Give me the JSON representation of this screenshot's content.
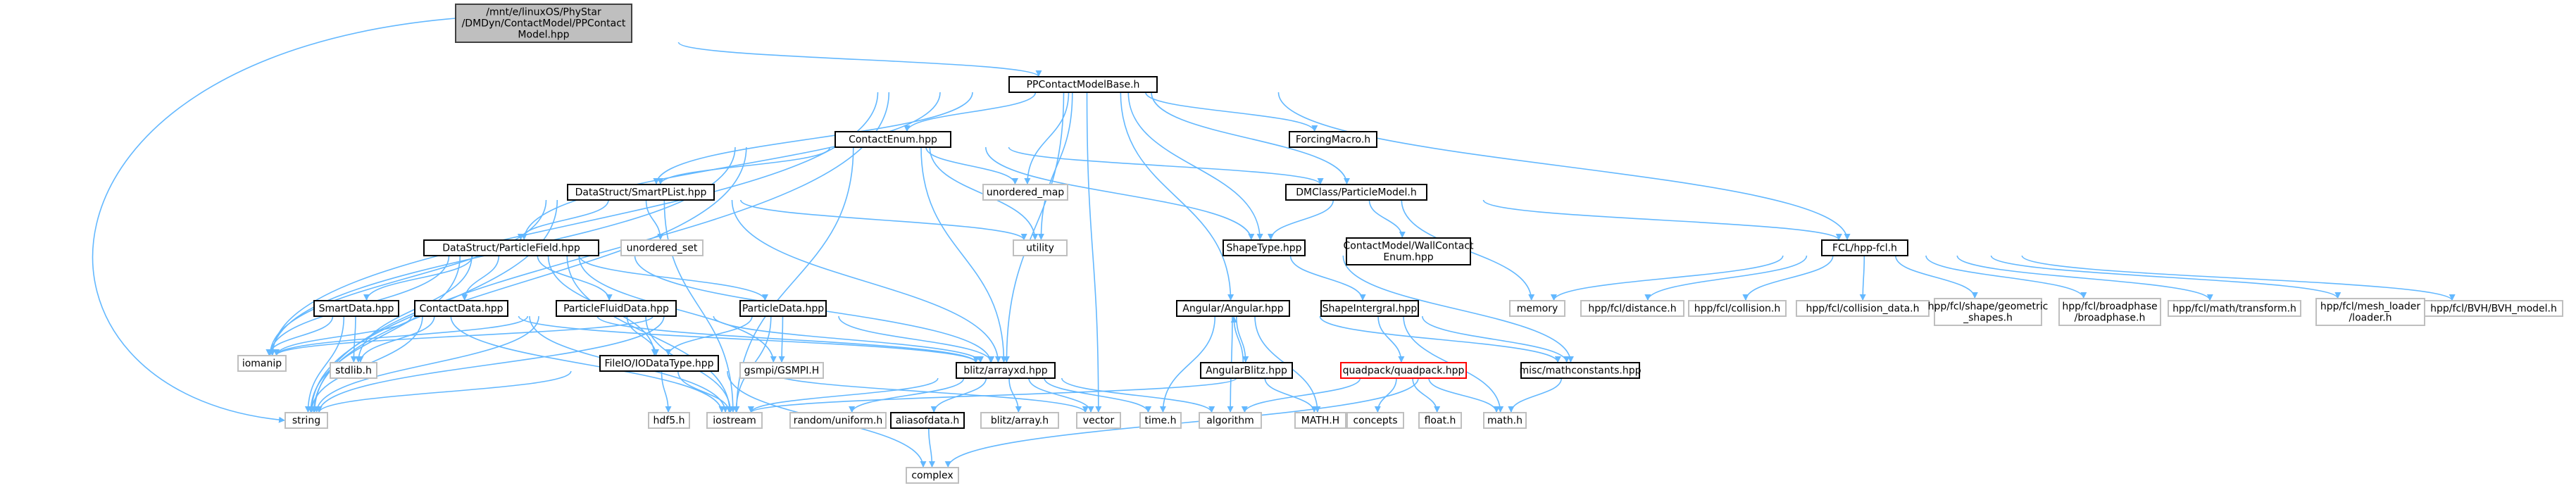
{
  "colors": {
    "edge": "#63b8ff",
    "arrowhead": "#63b8ff",
    "root_fill": "#bfbfbf",
    "root_border": "#404040",
    "documented_border": "#000000",
    "external_border": "#bfbfbf",
    "highlight_border": "#ff0000",
    "node_fill": "#ffffff",
    "text": "#000000"
  },
  "nodes": [
    {
      "id": "root",
      "lines": [
        "/mnt/e/linuxOS/PhyStar",
        "/DMDyn/ContactModel/PPContact",
        "Model.hpp"
      ],
      "style": "root"
    },
    {
      "id": "ppbase",
      "lines": [
        "PPContactModelBase.h"
      ],
      "style": "documented"
    },
    {
      "id": "contactenum",
      "lines": [
        "ContactEnum.hpp"
      ],
      "style": "documented"
    },
    {
      "id": "forcingmacro",
      "lines": [
        "ForcingMacro.h"
      ],
      "style": "documented"
    },
    {
      "id": "smartplist",
      "lines": [
        "DataStruct/SmartPList.hpp"
      ],
      "style": "documented"
    },
    {
      "id": "unordered_map",
      "lines": [
        "unordered_map"
      ],
      "style": "external"
    },
    {
      "id": "particlemodel",
      "lines": [
        "DMClass/ParticleModel.h"
      ],
      "style": "documented"
    },
    {
      "id": "particlefield",
      "lines": [
        "DataStruct/ParticleField.hpp"
      ],
      "style": "documented"
    },
    {
      "id": "unordered_set",
      "lines": [
        "unordered_set"
      ],
      "style": "external"
    },
    {
      "id": "utility",
      "lines": [
        "utility"
      ],
      "style": "external"
    },
    {
      "id": "shapetype",
      "lines": [
        "ShapeType.hpp"
      ],
      "style": "documented"
    },
    {
      "id": "wallcontact",
      "lines": [
        "ContactModel/WallContact",
        "Enum.hpp"
      ],
      "style": "documented"
    },
    {
      "id": "hppfcl",
      "lines": [
        "FCL/hpp-fcl.h"
      ],
      "style": "documented"
    },
    {
      "id": "memory",
      "lines": [
        "memory"
      ],
      "style": "external"
    },
    {
      "id": "fcl_distance",
      "lines": [
        "hpp/fcl/distance.h"
      ],
      "style": "external"
    },
    {
      "id": "fcl_collision",
      "lines": [
        "hpp/fcl/collision.h"
      ],
      "style": "external"
    },
    {
      "id": "fcl_collision_data",
      "lines": [
        "hpp/fcl/collision_data.h"
      ],
      "style": "external"
    },
    {
      "id": "fcl_geometric",
      "lines": [
        "hpp/fcl/shape/geometric",
        "_shapes.h"
      ],
      "style": "external"
    },
    {
      "id": "fcl_broadphase",
      "lines": [
        "hpp/fcl/broadphase",
        "/broadphase.h"
      ],
      "style": "external"
    },
    {
      "id": "fcl_transform",
      "lines": [
        "hpp/fcl/math/transform.h"
      ],
      "style": "external"
    },
    {
      "id": "fcl_mesh_loader",
      "lines": [
        "hpp/fcl/mesh_loader",
        "/loader.h"
      ],
      "style": "external"
    },
    {
      "id": "fcl_bvh",
      "lines": [
        "hpp/fcl/BVH/BVH_model.h"
      ],
      "style": "external"
    },
    {
      "id": "smartdata",
      "lines": [
        "SmartData.hpp"
      ],
      "style": "documented"
    },
    {
      "id": "contactdata",
      "lines": [
        "ContactData.hpp"
      ],
      "style": "documented"
    },
    {
      "id": "particlefluiddata",
      "lines": [
        "ParticleFluidData.hpp"
      ],
      "style": "documented"
    },
    {
      "id": "particledata",
      "lines": [
        "ParticleData.hpp"
      ],
      "style": "documented"
    },
    {
      "id": "angular",
      "lines": [
        "Angular/Angular.hpp"
      ],
      "style": "documented"
    },
    {
      "id": "shapeintergral",
      "lines": [
        "ShapeIntergral.hpp"
      ],
      "style": "documented"
    },
    {
      "id": "iomanip",
      "lines": [
        "iomanip"
      ],
      "style": "external"
    },
    {
      "id": "stdlib",
      "lines": [
        "stdlib.h"
      ],
      "style": "external"
    },
    {
      "id": "fileio",
      "lines": [
        "FileIO/IODataType.hpp"
      ],
      "style": "documented"
    },
    {
      "id": "gsmpi",
      "lines": [
        "gsmpi/GSMPI.H"
      ],
      "style": "external"
    },
    {
      "id": "blitz",
      "lines": [
        "blitz/arrayxd.hpp"
      ],
      "style": "documented"
    },
    {
      "id": "angularblitz",
      "lines": [
        "AngularBlitz.hpp"
      ],
      "style": "documented"
    },
    {
      "id": "quadpack",
      "lines": [
        "quadpack/quadpack.hpp"
      ],
      "style": "highlight"
    },
    {
      "id": "mathconstants",
      "lines": [
        "misc/mathconstants.hpp"
      ],
      "style": "documented"
    },
    {
      "id": "string",
      "lines": [
        "string"
      ],
      "style": "external"
    },
    {
      "id": "hdf5",
      "lines": [
        "hdf5.h"
      ],
      "style": "external"
    },
    {
      "id": "iostream",
      "lines": [
        "iostream"
      ],
      "style": "external"
    },
    {
      "id": "random_uniform",
      "lines": [
        "random/uniform.h"
      ],
      "style": "external"
    },
    {
      "id": "aliasofdata",
      "lines": [
        "aliasofdata.h"
      ],
      "style": "documented"
    },
    {
      "id": "blitz_array",
      "lines": [
        "blitz/array.h"
      ],
      "style": "external"
    },
    {
      "id": "vector",
      "lines": [
        "vector"
      ],
      "style": "external"
    },
    {
      "id": "time",
      "lines": [
        "time.h"
      ],
      "style": "external"
    },
    {
      "id": "algorithm",
      "lines": [
        "algorithm"
      ],
      "style": "external"
    },
    {
      "id": "mathH",
      "lines": [
        "MATH.H"
      ],
      "style": "external"
    },
    {
      "id": "concepts",
      "lines": [
        "concepts"
      ],
      "style": "external"
    },
    {
      "id": "float",
      "lines": [
        "float.h"
      ],
      "style": "external"
    },
    {
      "id": "math_h",
      "lines": [
        "math.h"
      ],
      "style": "external"
    },
    {
      "id": "complex",
      "lines": [
        "complex"
      ],
      "style": "external"
    }
  ],
  "edges": [
    [
      "root",
      "ppbase"
    ],
    [
      "root",
      "string"
    ],
    [
      "ppbase",
      "contactenum"
    ],
    [
      "ppbase",
      "forcingmacro"
    ],
    [
      "ppbase",
      "smartplist"
    ],
    [
      "ppbase",
      "particlemodel"
    ],
    [
      "ppbase",
      "particlefield"
    ],
    [
      "ppbase",
      "unordered_map"
    ],
    [
      "ppbase",
      "utility"
    ],
    [
      "ppbase",
      "shapetype"
    ],
    [
      "ppbase",
      "hppfcl"
    ],
    [
      "ppbase",
      "angular"
    ],
    [
      "ppbase",
      "blitz"
    ],
    [
      "ppbase",
      "vector"
    ],
    [
      "ppbase",
      "iomanip"
    ],
    [
      "ppbase",
      "string"
    ],
    [
      "contactenum",
      "smartplist"
    ],
    [
      "contactenum",
      "particlemodel"
    ],
    [
      "contactenum",
      "unordered_map"
    ],
    [
      "contactenum",
      "utility"
    ],
    [
      "contactenum",
      "shapetype"
    ],
    [
      "contactenum",
      "blitz"
    ],
    [
      "contactenum",
      "iostream"
    ],
    [
      "contactenum",
      "string"
    ],
    [
      "contactenum",
      "iomanip"
    ],
    [
      "smartplist",
      "particlefield"
    ],
    [
      "smartplist",
      "unordered_set"
    ],
    [
      "smartplist",
      "utility"
    ],
    [
      "smartplist",
      "blitz"
    ],
    [
      "smartplist",
      "iomanip"
    ],
    [
      "smartplist",
      "iostream"
    ],
    [
      "smartplist",
      "string"
    ],
    [
      "particlemodel",
      "shapetype"
    ],
    [
      "particlemodel",
      "wallcontact"
    ],
    [
      "particlemodel",
      "hppfcl"
    ],
    [
      "particlemodel",
      "memory"
    ],
    [
      "hppfcl",
      "memory"
    ],
    [
      "hppfcl",
      "fcl_distance"
    ],
    [
      "hppfcl",
      "fcl_collision"
    ],
    [
      "hppfcl",
      "fcl_collision_data"
    ],
    [
      "hppfcl",
      "fcl_geometric"
    ],
    [
      "hppfcl",
      "fcl_broadphase"
    ],
    [
      "hppfcl",
      "fcl_transform"
    ],
    [
      "hppfcl",
      "fcl_mesh_loader"
    ],
    [
      "hppfcl",
      "fcl_bvh"
    ],
    [
      "shapetype",
      "shapeintergral"
    ],
    [
      "shapetype",
      "mathconstants"
    ],
    [
      "particlefield",
      "smartdata"
    ],
    [
      "particlefield",
      "contactdata"
    ],
    [
      "particlefield",
      "particlefluiddata"
    ],
    [
      "particlefield",
      "particledata"
    ],
    [
      "particlefield",
      "gsmpi"
    ],
    [
      "particlefield",
      "fileio"
    ],
    [
      "particlefield",
      "blitz"
    ],
    [
      "particlefield",
      "iomanip"
    ],
    [
      "particlefield",
      "stdlib"
    ],
    [
      "particlefield",
      "string"
    ],
    [
      "particlefield",
      "iostream"
    ],
    [
      "smartdata",
      "iomanip"
    ],
    [
      "smartdata",
      "stdlib"
    ],
    [
      "smartdata",
      "string"
    ],
    [
      "smartdata",
      "iostream"
    ],
    [
      "smartdata",
      "blitz"
    ],
    [
      "contactdata",
      "blitz"
    ],
    [
      "contactdata",
      "iomanip"
    ],
    [
      "contactdata",
      "stdlib"
    ],
    [
      "contactdata",
      "string"
    ],
    [
      "contactdata",
      "iostream"
    ],
    [
      "particlefluiddata",
      "fileio"
    ],
    [
      "particlefluiddata",
      "blitz"
    ],
    [
      "particlefluiddata",
      "iomanip"
    ],
    [
      "particlefluiddata",
      "iostream"
    ],
    [
      "particlefluiddata",
      "string"
    ],
    [
      "particledata",
      "fileio"
    ],
    [
      "particledata",
      "gsmpi"
    ],
    [
      "particledata",
      "blitz"
    ],
    [
      "particledata",
      "iostream"
    ],
    [
      "particledata",
      "iomanip"
    ],
    [
      "particledata",
      "string"
    ],
    [
      "fileio",
      "hdf5"
    ],
    [
      "fileio",
      "iostream"
    ],
    [
      "fileio",
      "string"
    ],
    [
      "fileio",
      "vector"
    ],
    [
      "fileio",
      "complex"
    ],
    [
      "blitz",
      "random_uniform"
    ],
    [
      "blitz",
      "aliasofdata"
    ],
    [
      "blitz",
      "blitz_array"
    ],
    [
      "blitz",
      "vector"
    ],
    [
      "blitz",
      "iostream"
    ],
    [
      "blitz",
      "time"
    ],
    [
      "blitz",
      "algorithm"
    ],
    [
      "aliasofdata",
      "complex"
    ],
    [
      "angular",
      "angularblitz"
    ],
    [
      "angular",
      "mathH"
    ],
    [
      "angular",
      "time"
    ],
    [
      "angular",
      "algorithm"
    ],
    [
      "angular",
      "mathconstants"
    ],
    [
      "angularblitz",
      "angular"
    ],
    [
      "angularblitz",
      "mathH"
    ],
    [
      "shapeintergral",
      "quadpack"
    ],
    [
      "shapeintergral",
      "mathconstants"
    ],
    [
      "shapeintergral",
      "math_h"
    ],
    [
      "quadpack",
      "concepts"
    ],
    [
      "quadpack",
      "float"
    ],
    [
      "quadpack",
      "math_h"
    ],
    [
      "quadpack",
      "algorithm"
    ],
    [
      "quadpack",
      "iostream"
    ],
    [
      "mathconstants",
      "math_h"
    ],
    [
      "mathconstants",
      "complex"
    ]
  ]
}
